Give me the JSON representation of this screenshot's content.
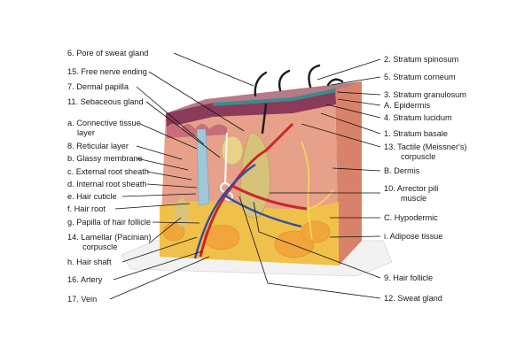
{
  "colors": {
    "base": "#f2f2f2",
    "skin_block": "#d9826a",
    "dermis": "#e7a08a",
    "hypodermis": "#f0c14a",
    "fat": "#f2a53a",
    "artery": "#c8272a",
    "vein": "#2f4fa0",
    "epidermis": "#8b3a5a",
    "follicle": "#d7c27a",
    "nerve": "#f2dc5a",
    "hair": "#1c1c1c",
    "leader": "#111111"
  },
  "labels": {
    "left": [
      {
        "id": "pore-sweat-gland",
        "text": "6. Pore of sweat gland"
      },
      {
        "id": "free-nerve-ending",
        "text": "15. Free nerve ending"
      },
      {
        "id": "dermal-papilla",
        "text": "7. Dermal papilla"
      },
      {
        "id": "sebaceous-gland",
        "text": "11. Sebaceous gland"
      },
      {
        "id": "connective-tissue-layer",
        "text": "a. Connective tissue",
        "text2": "layer"
      },
      {
        "id": "reticular-layer",
        "text": "8. Reticular layer"
      },
      {
        "id": "glassy-membrane",
        "text": "b. Glassy membrane"
      },
      {
        "id": "external-root-sheath",
        "text": "c. External root sheath"
      },
      {
        "id": "internal-root-sheath",
        "text": "d. Internal root sheath"
      },
      {
        "id": "hair-cuticle",
        "text": "e. Hair cuticle"
      },
      {
        "id": "hair-root",
        "text": "f. Hair root"
      },
      {
        "id": "papilla-hair-follicle",
        "text": "g. Papilla of hair follicle"
      },
      {
        "id": "lamellar-corpuscle",
        "text": "14. Lamellar (Pacinian)",
        "text2": "corpuscle"
      },
      {
        "id": "hair-shaft",
        "text": "h. Hair shaft"
      },
      {
        "id": "artery",
        "text": "16. Artery"
      },
      {
        "id": "vein",
        "text": "17. Vein"
      }
    ],
    "right": [
      {
        "id": "stratum-spinosum",
        "text": "2. Stratum spinosum"
      },
      {
        "id": "stratum-corneum",
        "text": "5. Stratum corneum"
      },
      {
        "id": "stratum-granulosum",
        "text": "3. Stratum granulosum"
      },
      {
        "id": "epidermis",
        "text": "A. Epidermis"
      },
      {
        "id": "stratum-lucidum",
        "text": "4. Stratum lucidum"
      },
      {
        "id": "stratum-basale",
        "text": "1. Stratum basale"
      },
      {
        "id": "tactile-corpuscle",
        "text": "13. Tactile (Meissner's)",
        "text2": "corpuscle"
      },
      {
        "id": "dermis",
        "text": "B. Dermis"
      },
      {
        "id": "arrector-pili",
        "text": "10. Arrector pili",
        "text2": "muscle"
      },
      {
        "id": "hypodermic",
        "text": "C. Hypodermic"
      },
      {
        "id": "adipose-tissue",
        "text": "i. Adipose tissue"
      },
      {
        "id": "hair-follicle",
        "text": "9. Hair follicle"
      },
      {
        "id": "sweat-gland",
        "text": "12. Sweat gland"
      }
    ]
  }
}
